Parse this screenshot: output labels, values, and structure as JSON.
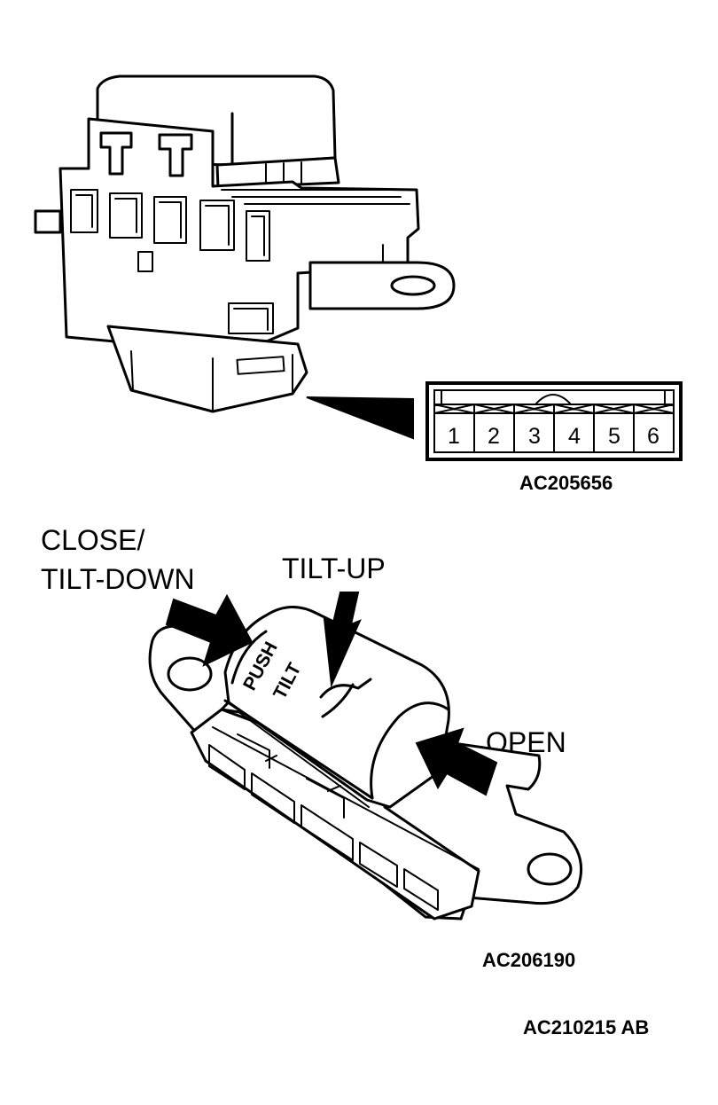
{
  "figure_code": "AC210215 AB",
  "top_view": {
    "code": "AC205656",
    "connector_pins": [
      "1",
      "2",
      "3",
      "4",
      "5",
      "6"
    ]
  },
  "bottom_view": {
    "code": "AC206190",
    "switch_embossing": [
      "PUSH",
      "TILT"
    ],
    "labels": {
      "close_line1": "CLOSE/",
      "close_line2": "TILT-DOWN",
      "tilt_up": "TILT-UP",
      "open": "OPEN"
    }
  }
}
